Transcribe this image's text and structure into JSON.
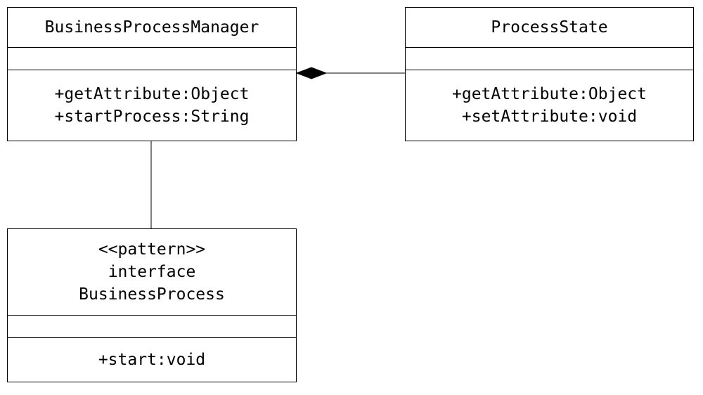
{
  "classes": {
    "business_process_manager": {
      "name": "BusinessProcessManager",
      "attributes": [],
      "operations": [
        "+getAttribute:Object",
        "+startProcess:String"
      ]
    },
    "process_state": {
      "name": "ProcessState",
      "attributes": [],
      "operations": [
        "+getAttribute:Object",
        "+setAttribute:void"
      ]
    },
    "business_process": {
      "stereotype": "<<pattern>>",
      "kind": "interface",
      "name": "BusinessProcess",
      "attributes": [],
      "operations": [
        "+start:void"
      ]
    }
  },
  "relationships": [
    {
      "type": "composition",
      "whole": "BusinessProcessManager",
      "part": "ProcessState"
    },
    {
      "type": "association",
      "from": "BusinessProcessManager",
      "to": "BusinessProcess"
    }
  ]
}
